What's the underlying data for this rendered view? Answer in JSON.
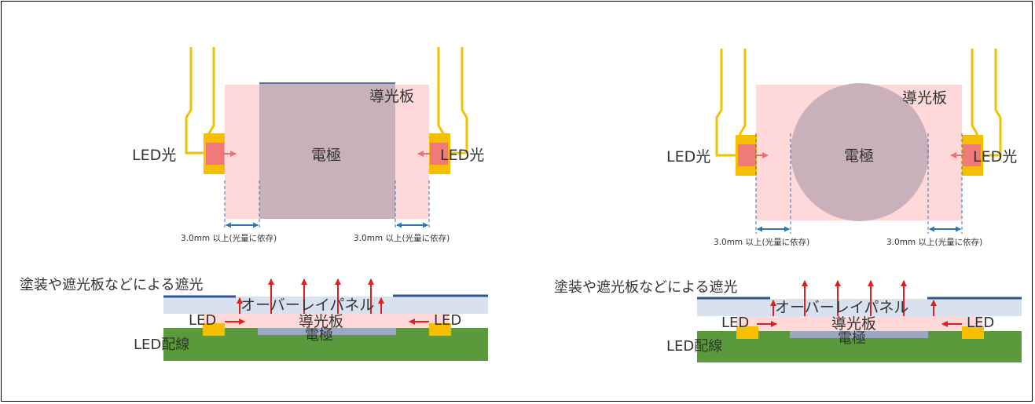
{
  "diagrams": [
    {
      "plan": {
        "light_guide_label": "導光板",
        "electrode_label": "電極",
        "led_light_left_label": "LED光",
        "led_light_right_label": "LED光",
        "gap_left_label": "3.0mm 以上(光量に依存)",
        "gap_right_label": "3.0mm 以上(光量に依存)"
      },
      "section": {
        "shading_label": "塗装や遮光板などによる遮光",
        "overlay_panel_label": "オーバーレイパネル",
        "led_left_label": "LED",
        "led_right_label": "LED",
        "light_guide_label": "導光板",
        "electrode_label": "電極",
        "wiring_label": "LED配線"
      }
    },
    {
      "plan": {
        "light_guide_label": "導光板",
        "electrode_label": "電極",
        "led_light_left_label": "LED光",
        "led_light_right_label": "LED光",
        "gap_left_label": "3.0mm 以上(光量に依存)",
        "gap_right_label": "3.0mm 以上(光量に依存)"
      },
      "section": {
        "shading_label": "塗装や遮光板などによる遮光",
        "overlay_panel_label": "オーバーレイパネル",
        "led_left_label": "LED",
        "led_right_label": "LED",
        "light_guide_label": "導光板",
        "electrode_label": "電極",
        "wiring_label": "LED配線"
      }
    }
  ],
  "colors": {
    "light_guide": "#ffd9d9",
    "electrode": "#c9b1bb",
    "led_body": "#f5bf00",
    "led_window": "#f07a7a",
    "wire": "#f2c200",
    "overlay": "#d8e2ee",
    "shading": "#2f5597",
    "pcb": "#5b9a3c",
    "electrode_section": "#9aa8c0",
    "light_arrow": "#e02020",
    "dimension": "#2e75b6"
  }
}
